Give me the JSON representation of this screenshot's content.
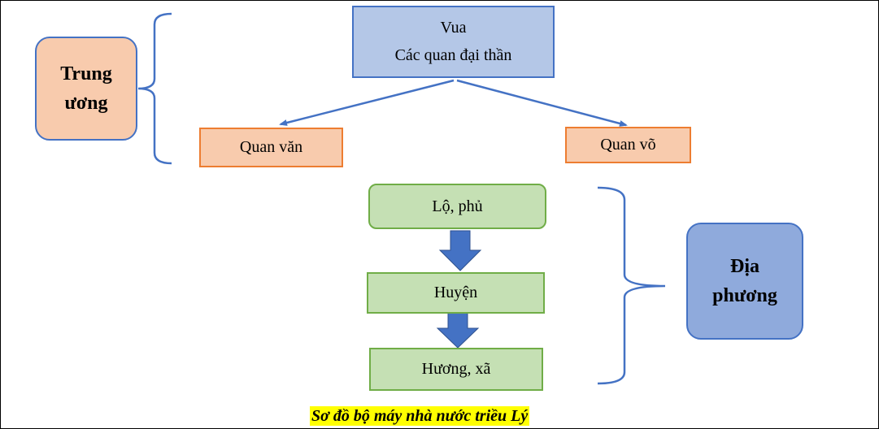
{
  "diagram": {
    "top_box": {
      "line1": "Vua",
      "line2": "Các quan đại thần"
    },
    "central_left": "Quan văn",
    "central_right": "Quan võ",
    "central_label": {
      "line1": "Trung",
      "line2": "ương"
    },
    "local_levels": [
      "Lộ, phủ",
      "Huyện",
      "Hương, xã"
    ],
    "local_label": {
      "line1": "Địa",
      "line2": "phương"
    },
    "caption": "Sơ đồ bộ máy nhà nước triều Lý"
  },
  "colors": {
    "blue_fill": "#b4c7e7",
    "blue_dark": "#8faadc",
    "blue_line": "#4472c4",
    "orange_fill": "#f8cbad",
    "orange_line": "#ed7d31",
    "green_fill": "#c5e0b4",
    "green_line": "#70ad47",
    "caption_highlight": "#ffff00"
  }
}
